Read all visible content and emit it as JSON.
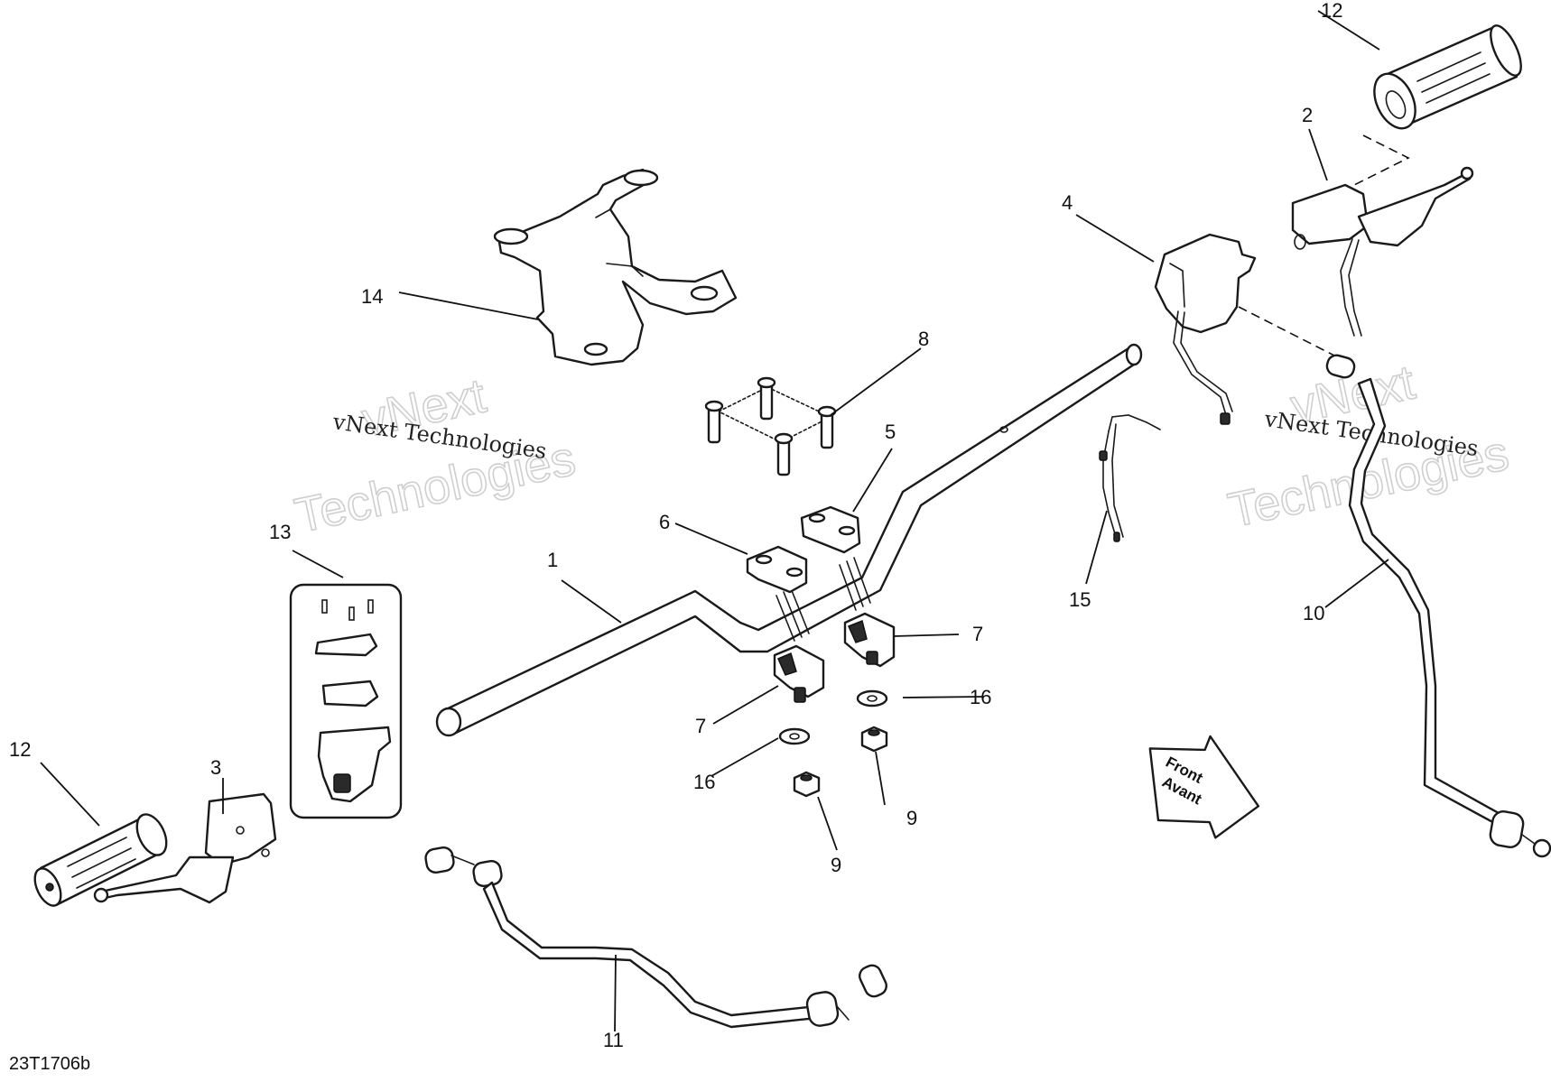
{
  "diagram_code": "23T1706b",
  "watermark": {
    "small_text": "vNext Technologies",
    "large_line1": "vNext",
    "large_line2": "Technologies"
  },
  "direction_arrow": {
    "line1": "Front",
    "line2": "Avant"
  },
  "callouts": {
    "handlebar": "1",
    "brake_lever_right": "2",
    "brake_lever_left": "3",
    "switch_housing": "4",
    "upper_clamp_right": "5",
    "upper_clamp_left": "6",
    "riser_right": "7",
    "riser_left": "7",
    "screws": "8",
    "nut_right": "9",
    "nut_left": "9",
    "cable_right": "10",
    "cable_left": "11",
    "grip_right": "12",
    "grip_left": "12",
    "lever_kit": "13",
    "bracket": "14",
    "wire_harness": "15",
    "washer_right": "16",
    "washer_left": "16"
  }
}
